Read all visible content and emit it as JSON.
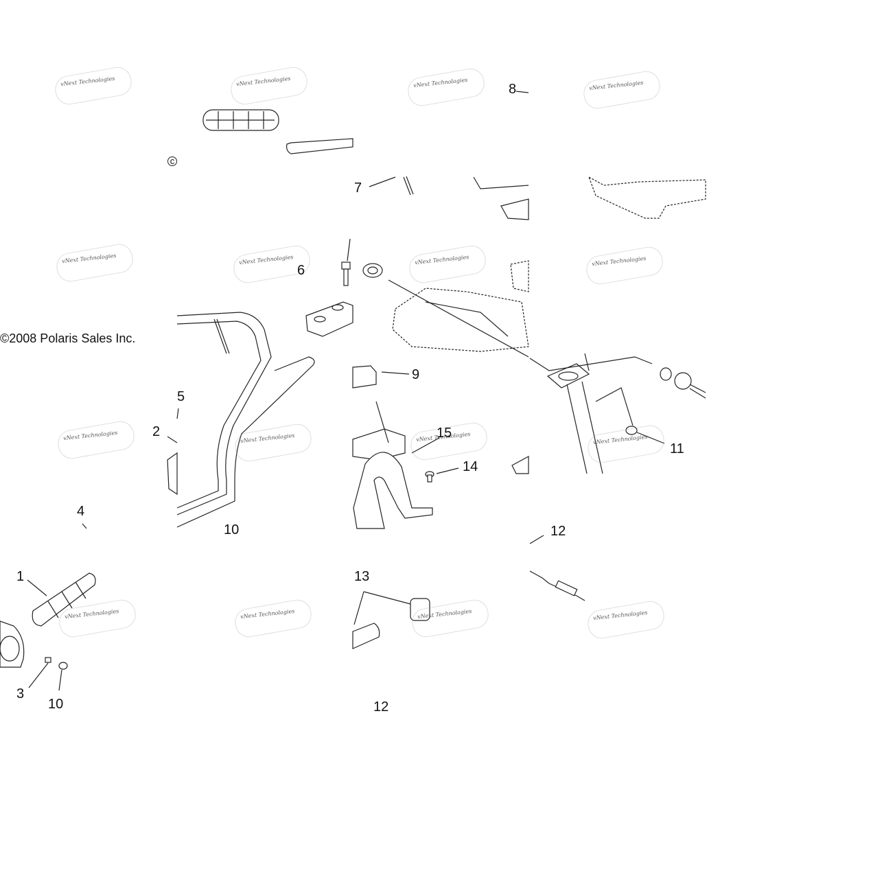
{
  "copyright": "©2008 Polaris Sales Inc.",
  "watermark_text": "vNext Technologies",
  "callouts": {
    "c1": "1",
    "c2": "2",
    "c3": "3",
    "c4": "4",
    "c5": "5",
    "c6": "6",
    "c7": "7",
    "c8": "8",
    "c9": "9",
    "c10a": "10",
    "c10b": "10",
    "c11": "11",
    "c12a": "12",
    "c12b": "12",
    "c13": "13",
    "c14": "14",
    "c15": "15"
  },
  "small_mark": "c"
}
